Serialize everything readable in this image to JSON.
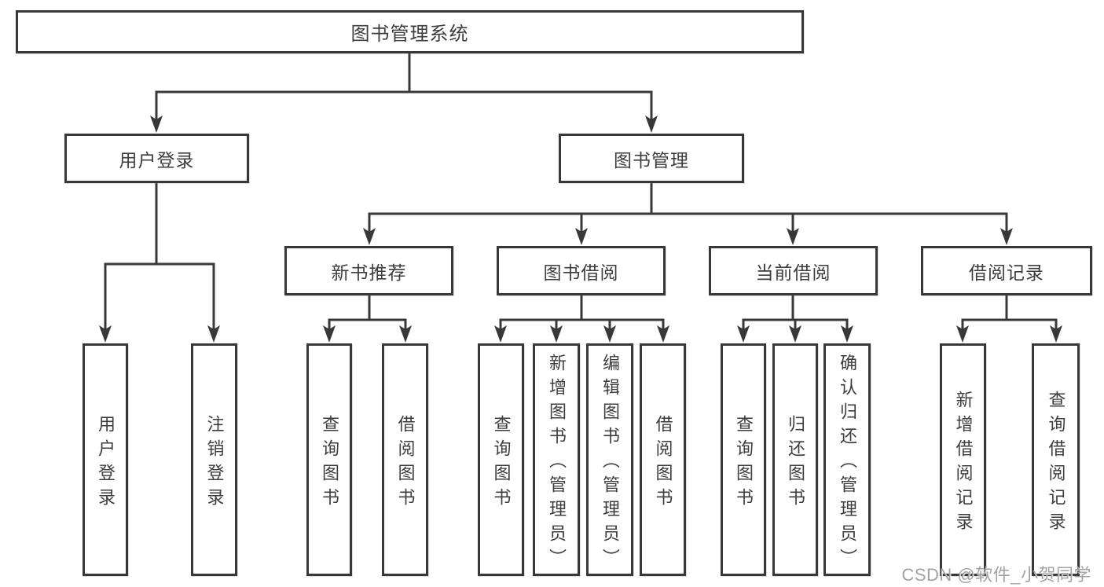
{
  "colors": {
    "line": "#383838",
    "box_border": "#383838",
    "text": "#3d3d3d",
    "background": "#ffffff",
    "watermark": "#a3a3a3"
  },
  "diagram": {
    "tree": {
      "label": "图书管理系统",
      "children": [
        {
          "label": "用户登录",
          "children": [
            {
              "label": "用户登录"
            },
            {
              "label": "注销登录"
            }
          ]
        },
        {
          "label": "图书管理",
          "children": [
            {
              "label": "新书推荐",
              "children": [
                {
                  "label": "查询图书"
                },
                {
                  "label": "借阅图书"
                }
              ]
            },
            {
              "label": "图书借阅",
              "children": [
                {
                  "label": "查询图书"
                },
                {
                  "label": "新增图书（管理员）"
                },
                {
                  "label": "编辑图书（管理员）"
                },
                {
                  "label": "借阅图书"
                }
              ]
            },
            {
              "label": "当前借阅",
              "children": [
                {
                  "label": "查询图书"
                },
                {
                  "label": "归还图书"
                },
                {
                  "label": "确认归还（管理员）"
                }
              ]
            },
            {
              "label": "借阅记录",
              "children": [
                {
                  "label": "新增借阅记录"
                },
                {
                  "label": "查询借阅记录"
                }
              ]
            }
          ]
        }
      ]
    }
  },
  "watermark": {
    "text": "CSDN @软件_小贺同学"
  }
}
